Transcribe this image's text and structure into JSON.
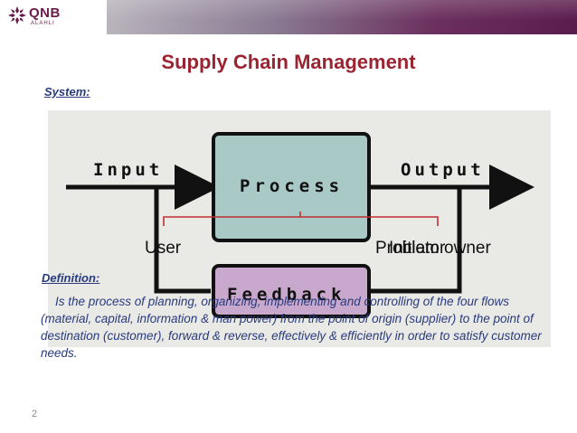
{
  "header": {
    "logo_text": "QNB",
    "logo_sub": "ALAHLI",
    "brand_color": "#6a1a4c"
  },
  "title": "Supply Chain Management",
  "system_label": "System:",
  "diagram": {
    "input_label": "Input",
    "output_label": "Output",
    "process_label": "Process",
    "feedback_label": "Feedback",
    "process_color": "#a9c9c7",
    "feedback_color": "#c8a8cc"
  },
  "overlay_labels": {
    "user": "User",
    "initiator": "Initiator",
    "customer": "Problem owner"
  },
  "definition_label": "Definition:",
  "definition_text": "Is the process of planning, organizing, implementing and controlling of the four flows (material, capital, information & man power) from the point of origin (supplier) to the point of destination (customer), forward & reverse, effectively & efficiently in order to satisfy customer needs.",
  "page_number": "2"
}
